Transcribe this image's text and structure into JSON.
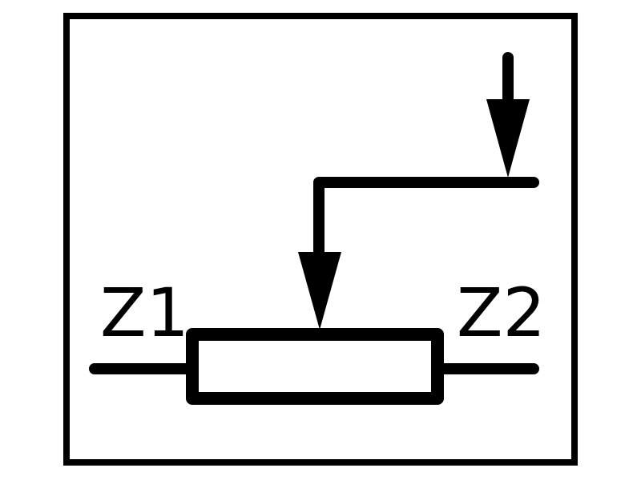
{
  "diagram": {
    "symbol": "potentiometer",
    "terminals": {
      "left_label": "Z1",
      "right_label": "Z2"
    },
    "colors": {
      "stroke": "#000000",
      "background": "#ffffff"
    }
  }
}
